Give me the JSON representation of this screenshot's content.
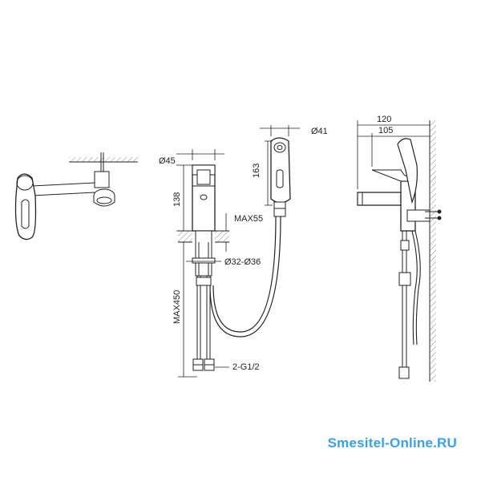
{
  "dimensions": {
    "head_diameter": "Ø41",
    "body_diameter": "Ø45",
    "hose_to_head": "163",
    "body_height": "138",
    "max_counter": "MAX55",
    "hole_diameter": "Ø32-Ø36",
    "max_hose": "MAX450",
    "connection": "2-G1/2",
    "depth_total": "120",
    "depth_spout": "105"
  },
  "watermark": "Smesitel-Online.RU"
}
